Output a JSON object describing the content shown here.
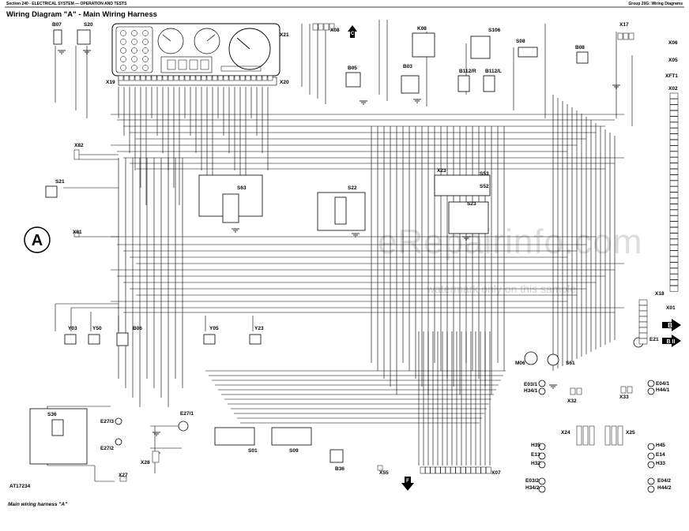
{
  "header": {
    "left": "Section 240 - ELECTRICAL SYSTEM — OPERATION AND TESTS",
    "right": "Group 20G: Wiring Diagrams",
    "title": "Wiring Diagram \"A\" - Main Wiring Harness"
  },
  "caption": "Main wiring harness \"A\"",
  "figure_id": "AT17234",
  "section_marker": "A",
  "watermark": {
    "main": "eRepairinfo.com",
    "sub": "watermark only on this sample"
  },
  "components": [
    {
      "id": "B07",
      "label": "B07"
    },
    {
      "id": "S20",
      "label": "S20"
    },
    {
      "id": "X21",
      "label": "X21"
    },
    {
      "id": "X19",
      "label": "X19"
    },
    {
      "id": "X20",
      "label": "X20"
    },
    {
      "id": "X08",
      "label": "X08"
    },
    {
      "id": "K08",
      "label": "K08"
    },
    {
      "id": "S106",
      "label": "S106"
    },
    {
      "id": "S08",
      "label": "S08"
    },
    {
      "id": "B08",
      "label": "B08"
    },
    {
      "id": "X17",
      "label": "X17"
    },
    {
      "id": "X06",
      "label": "X06"
    },
    {
      "id": "X05",
      "label": "X05"
    },
    {
      "id": "XFT1",
      "label": "XFT1"
    },
    {
      "id": "X02",
      "label": "X02"
    },
    {
      "id": "B05",
      "label": "B05"
    },
    {
      "id": "B03",
      "label": "B03"
    },
    {
      "id": "B112R",
      "label": "B112/R"
    },
    {
      "id": "B112L",
      "label": "B112/L"
    },
    {
      "id": "X82",
      "label": "X82"
    },
    {
      "id": "S21",
      "label": "S21"
    },
    {
      "id": "S63",
      "label": "S63"
    },
    {
      "id": "S22",
      "label": "S22"
    },
    {
      "id": "X23",
      "label": "X23"
    },
    {
      "id": "S53",
      "label": "S53"
    },
    {
      "id": "S52",
      "label": "S52"
    },
    {
      "id": "S23",
      "label": "S23"
    },
    {
      "id": "X81",
      "label": "X81"
    },
    {
      "id": "X18",
      "label": "X18"
    },
    {
      "id": "X01",
      "label": "X01"
    },
    {
      "id": "Y03",
      "label": "Y03"
    },
    {
      "id": "Y50",
      "label": "Y50"
    },
    {
      "id": "B06",
      "label": "B06"
    },
    {
      "id": "Y05",
      "label": "Y05"
    },
    {
      "id": "Y23",
      "label": "Y23"
    },
    {
      "id": "E21",
      "label": "E21"
    },
    {
      "id": "M06",
      "label": "M06"
    },
    {
      "id": "S61",
      "label": "S61"
    },
    {
      "id": "E031",
      "label": "E03/1"
    },
    {
      "id": "H341",
      "label": "H34/1"
    },
    {
      "id": "X32",
      "label": "X32"
    },
    {
      "id": "X33",
      "label": "X33"
    },
    {
      "id": "E041",
      "label": "E04/1"
    },
    {
      "id": "H441",
      "label": "H44/1"
    },
    {
      "id": "S36",
      "label": "S36"
    },
    {
      "id": "E273",
      "label": "E27/3"
    },
    {
      "id": "E271",
      "label": "E27/1"
    },
    {
      "id": "E272",
      "label": "E27/2"
    },
    {
      "id": "X28",
      "label": "X28"
    },
    {
      "id": "X27",
      "label": "X27"
    },
    {
      "id": "S01",
      "label": "S01"
    },
    {
      "id": "S09",
      "label": "S09"
    },
    {
      "id": "B36",
      "label": "B36"
    },
    {
      "id": "X55",
      "label": "X55"
    },
    {
      "id": "X07",
      "label": "X07"
    },
    {
      "id": "X24",
      "label": "X24"
    },
    {
      "id": "X25",
      "label": "X25"
    },
    {
      "id": "H35",
      "label": "H35"
    },
    {
      "id": "E13",
      "label": "E13"
    },
    {
      "id": "H32",
      "label": "H32"
    },
    {
      "id": "H45",
      "label": "H45"
    },
    {
      "id": "E14",
      "label": "E14"
    },
    {
      "id": "H33",
      "label": "H33"
    },
    {
      "id": "E032",
      "label": "E03/2"
    },
    {
      "id": "H342",
      "label": "H34/2"
    },
    {
      "id": "E042",
      "label": "E04/2"
    },
    {
      "id": "H442",
      "label": "H44/2"
    }
  ],
  "arrows": {
    "C": "C",
    "F": "F",
    "B": "B",
    "BII": "B II"
  }
}
